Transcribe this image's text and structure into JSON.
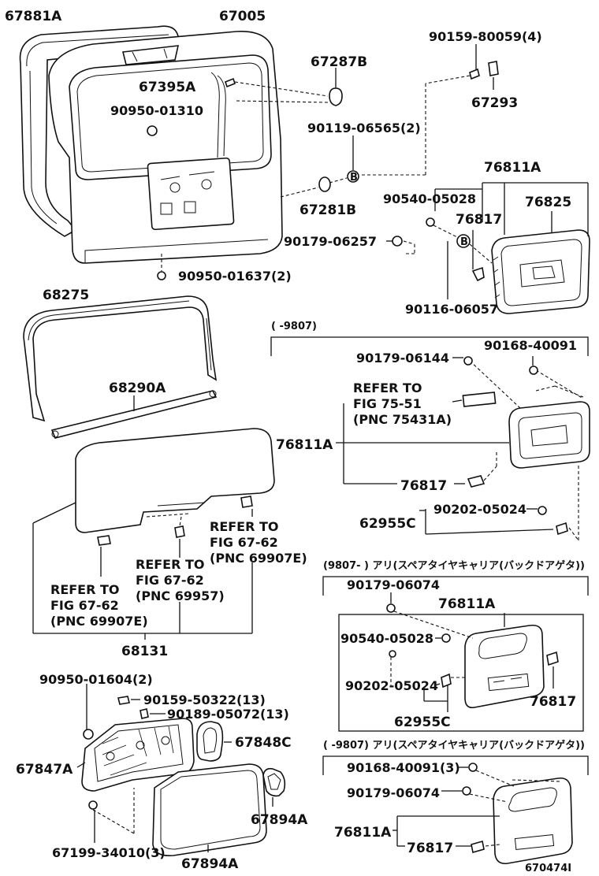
{
  "labels": {
    "p67881A": "67881A",
    "p67005": "67005",
    "p90159_80059": "90159-80059(4)",
    "p67287B": "67287B",
    "p67395A": "67395A",
    "p90950_01310": "90950-01310",
    "p67293": "67293",
    "p90119_06565": "90119-06565(2)",
    "p76811A_top": "76811A",
    "p67281B": "67281B",
    "p90540_05028_top": "90540-05028",
    "p76817_top": "76817",
    "p76825": "76825",
    "p90179_06257": "90179-06257",
    "p90950_01637": "90950-01637(2)",
    "p90116_06057": "90116-06057",
    "callout_b1": "B",
    "callout_b2": "B",
    "p68275": "68275",
    "p68290A": "68290A",
    "refer_a_1": "REFER TO",
    "refer_a_2": "FIG 67-62",
    "refer_a_3": "(PNC 69907E)",
    "refer_b_1": "REFER TO",
    "refer_b_2": "FIG 67-62",
    "refer_b_3": "(PNC 69957)",
    "refer_c_1": "REFER TO",
    "refer_c_2": "FIG 67-62",
    "refer_c_3": "(PNC 69907E)",
    "p68131": "68131",
    "p90950_01604": "90950-01604(2)",
    "p90159_50322": "90159-50322(13)",
    "p90189_05072": "90189-05072(13)",
    "p67848C": "67848C",
    "p67847A": "67847A",
    "p67894A_1": "67894A",
    "p67894A_2": "67894A",
    "p67199_34010": "67199-34010(3)",
    "sec1_header": "(      -9807)",
    "p90179_06144": "90179-06144",
    "p90168_40091_s1": "90168-40091",
    "refer_fig75_1": "REFER TO",
    "refer_fig75_2": "FIG 75-51",
    "refer_fig75_3": "(PNC 75431A)",
    "p76811A_s1": "76811A",
    "p76817_s1": "76817",
    "p90202_05024_s1": "90202-05024",
    "p62955C_s1": "62955C",
    "sec2_header": "(9807-      ) アリ(スペアタイヤキャリア(バックドアゲタ))",
    "p90179_06074_s2": "90179-06074",
    "p76811A_s2": "76811A",
    "p90540_05028_s2": "90540-05028",
    "p90202_05024_s2": "90202-05024",
    "p76817_s2": "76817",
    "p62955C_s2": "62955C",
    "sec3_header": "(      -9807) アリ(スペアタイヤキャリア(バックドアゲタ))",
    "p90168_40091_s3": "90168-40091(3)",
    "p90179_06074_s3": "90179-06074",
    "p76811A_s3": "76811A",
    "p76817_s3": "76817",
    "figure_id": "670474I"
  }
}
